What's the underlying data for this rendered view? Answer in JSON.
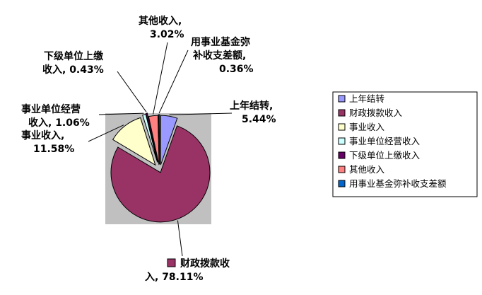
{
  "chart_data": {
    "type": "pie",
    "exploded": true,
    "legend_position": "right",
    "plot_background": "#c0c0c0",
    "slices": [
      {
        "name": "上年结转",
        "value": 5.44,
        "color": "#9999ff",
        "label_line1": "上年结转,",
        "label_line2": "5.44%"
      },
      {
        "name": "财政拨款收入",
        "value": 78.11,
        "color": "#993366",
        "label_line1": "财政拨款收",
        "label_line2": "入, 78.11%"
      },
      {
        "name": "事业收入",
        "value": 11.58,
        "color": "#ffffcc",
        "label_line1": "事业收入,",
        "label_line2": "11.58%"
      },
      {
        "name": "事业单位经营收入",
        "value": 1.06,
        "color": "#ccffff",
        "label_line1": "事业单位经营",
        "label_line2": "收入, 1.06%"
      },
      {
        "name": "下级单位上缴收入",
        "value": 0.43,
        "color": "#660066",
        "label_line1": "下级单位上缴",
        "label_line2": "收入, 0.43%"
      },
      {
        "name": "其他收入",
        "value": 3.02,
        "color": "#ff8080",
        "label_line1": "其他收入,",
        "label_line2": "3.02%"
      },
      {
        "name": "用事业基金弥补收支差额",
        "value": 0.36,
        "color": "#0066cc",
        "label_line1": "用事业基金弥",
        "label_line2": "补收支差额,",
        "label_line3": "0.36%"
      }
    ]
  }
}
